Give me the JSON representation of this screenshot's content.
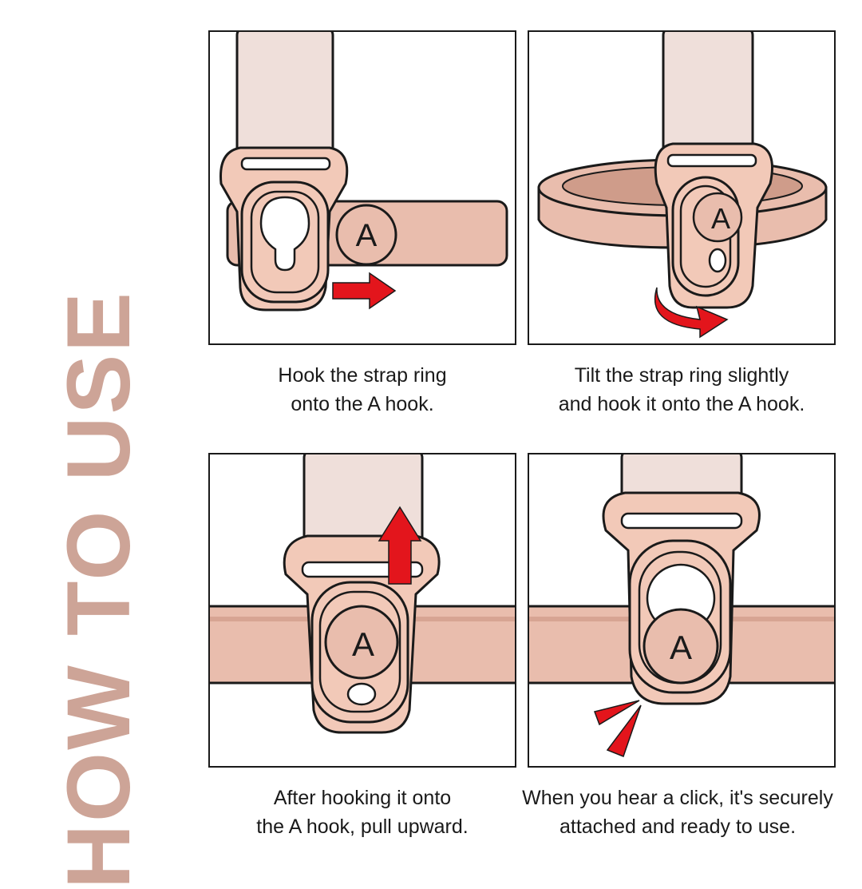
{
  "title": {
    "text": "HOW TO USE",
    "color": "#cda497"
  },
  "colors": {
    "strap": "#efdfda",
    "ring": "#f2c9b8",
    "band": "#e9bdad",
    "band_shadow": "#d7a493",
    "outline": "#1a1a1a",
    "arrow": "#e3151c"
  },
  "steps": [
    {
      "icon": "strap-ring-slide-right-illustration",
      "caption": [
        "Hook the strap ring",
        "onto the A hook."
      ],
      "hook_label": "A",
      "arrow": "arrow-right-icon"
    },
    {
      "icon": "strap-ring-tilt-illustration",
      "caption": [
        "Tilt the strap ring slightly",
        "and hook it onto the A hook."
      ],
      "hook_label": "A",
      "arrow": "curved-arrow-icon"
    },
    {
      "icon": "strap-ring-pull-up-illustration",
      "caption": [
        "After hooking it onto",
        "the A hook, pull upward."
      ],
      "hook_label": "A",
      "arrow": "arrow-up-icon"
    },
    {
      "icon": "strap-ring-click-illustration",
      "caption": [
        "When you hear a click, it's securely",
        "attached and ready to use."
      ],
      "hook_label": "A",
      "arrow": "click-spark-icon"
    }
  ]
}
